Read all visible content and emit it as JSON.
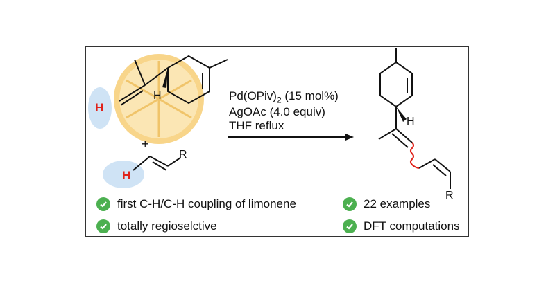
{
  "reagents": {
    "catalyst_main": "Pd(OPiv)",
    "catalyst_sub": "2",
    "catalyst_rest": " (15 mol%)",
    "oxidant": "AgOAc (4.0 equiv)",
    "conditions": "THF reflux"
  },
  "plus": "+",
  "labels": {
    "h_limonene": "H",
    "h_stereo_left": "H",
    "h_alkene": "H",
    "r_alkene": "R",
    "h_stereo_product": "H",
    "r_product": "R"
  },
  "features": [
    {
      "text": "first C-H/C-H coupling of limonene"
    },
    {
      "text": "totally regioselctive"
    },
    {
      "text": "22 examples"
    },
    {
      "text": "DFT computations"
    }
  ],
  "colors": {
    "check": "#4cb050",
    "highlight_h": "#e0231b",
    "bubble": "#cfe3f5",
    "orange": "#f5c66b",
    "wavy_bond": "#e0231b"
  },
  "icons": [
    "check-icon",
    "orange-slice-image",
    "reaction-arrow"
  ]
}
